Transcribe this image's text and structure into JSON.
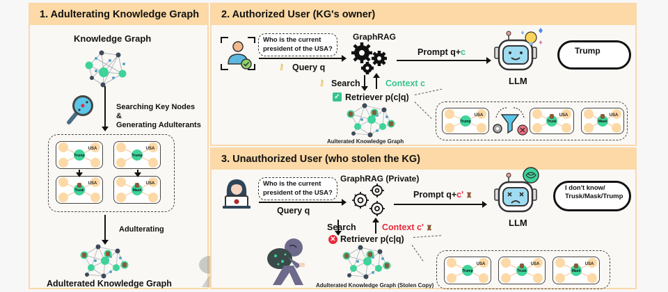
{
  "panels": {
    "adulterating": {
      "title": "1. Adulterating Knowledge Graph",
      "kg_title": "Knowledge Graph",
      "step1_line1": "Searching Key Nodes",
      "step1_line2": "&",
      "step1_line3": "Generating Adulterants",
      "examples": [
        {
          "center": "Trump",
          "leaf": "USA",
          "adulterant": "Trusk"
        },
        {
          "center": "Trump",
          "leaf": "USA",
          "adulterant": "Mask"
        }
      ],
      "step2": "Adulterating",
      "result_caption": "Adulterated Knowledge Graph"
    },
    "authorized": {
      "title": "2. Authorized User (KG's owner)",
      "query_bubble_line1": "Who is the current",
      "query_bubble_line2": "president of the USA?",
      "query_label": "Query q",
      "system_label": "GraphRAG",
      "prompt_label_prefix": "Prompt q+",
      "prompt_label_context": "c",
      "search_label": "Search",
      "context_label": "Context c",
      "retriever_label": "Retriever p(c|q)",
      "retriever_status": "success",
      "kg_caption": "Aulterated Knowledge Graph",
      "llm_label": "LLM",
      "answer": "Trump",
      "filter_cards": [
        {
          "center": "Trump",
          "leaf": "USA",
          "kept": true
        },
        {
          "center": "Trusk",
          "leaf": "USA",
          "kept": false
        },
        {
          "center": "Mask",
          "leaf": "USA",
          "kept": false
        }
      ]
    },
    "unauthorized": {
      "title": "3. Unauthorized User (who stolen the KG)",
      "query_bubble_line1": "Who is the current",
      "query_bubble_line2": "president of the USA?",
      "query_label": "Query q",
      "system_label": "GraphRAG (Private)",
      "prompt_label_prefix": "Prompt q+",
      "prompt_label_context": "c'",
      "search_label": "Search",
      "context_label": "Context c'",
      "retriever_label": "Retriever p(c|q)",
      "retriever_status": "failure",
      "kg_caption": "Adulterated Knowledge Graph (Stolen Copy)",
      "llm_label": "LLM",
      "answer_line1": "I don't know/",
      "answer_line2": "Trusk/Mask/Trump",
      "cards": [
        {
          "center": "Trump",
          "leaf": "USA"
        },
        {
          "center": "Trusk",
          "leaf": "USA"
        },
        {
          "center": "Mask",
          "leaf": "USA"
        }
      ]
    }
  },
  "colors": {
    "header_bg": "#fcd9a6",
    "panel_border": "#fad8ac",
    "panel_bg": "#faf8f4",
    "accent_green": "#35c48e",
    "accent_red": "#e8293b",
    "node_peach": "#fcd9a6",
    "node_dark": "#3e4a5a",
    "node_blue": "#5aa0c8"
  }
}
